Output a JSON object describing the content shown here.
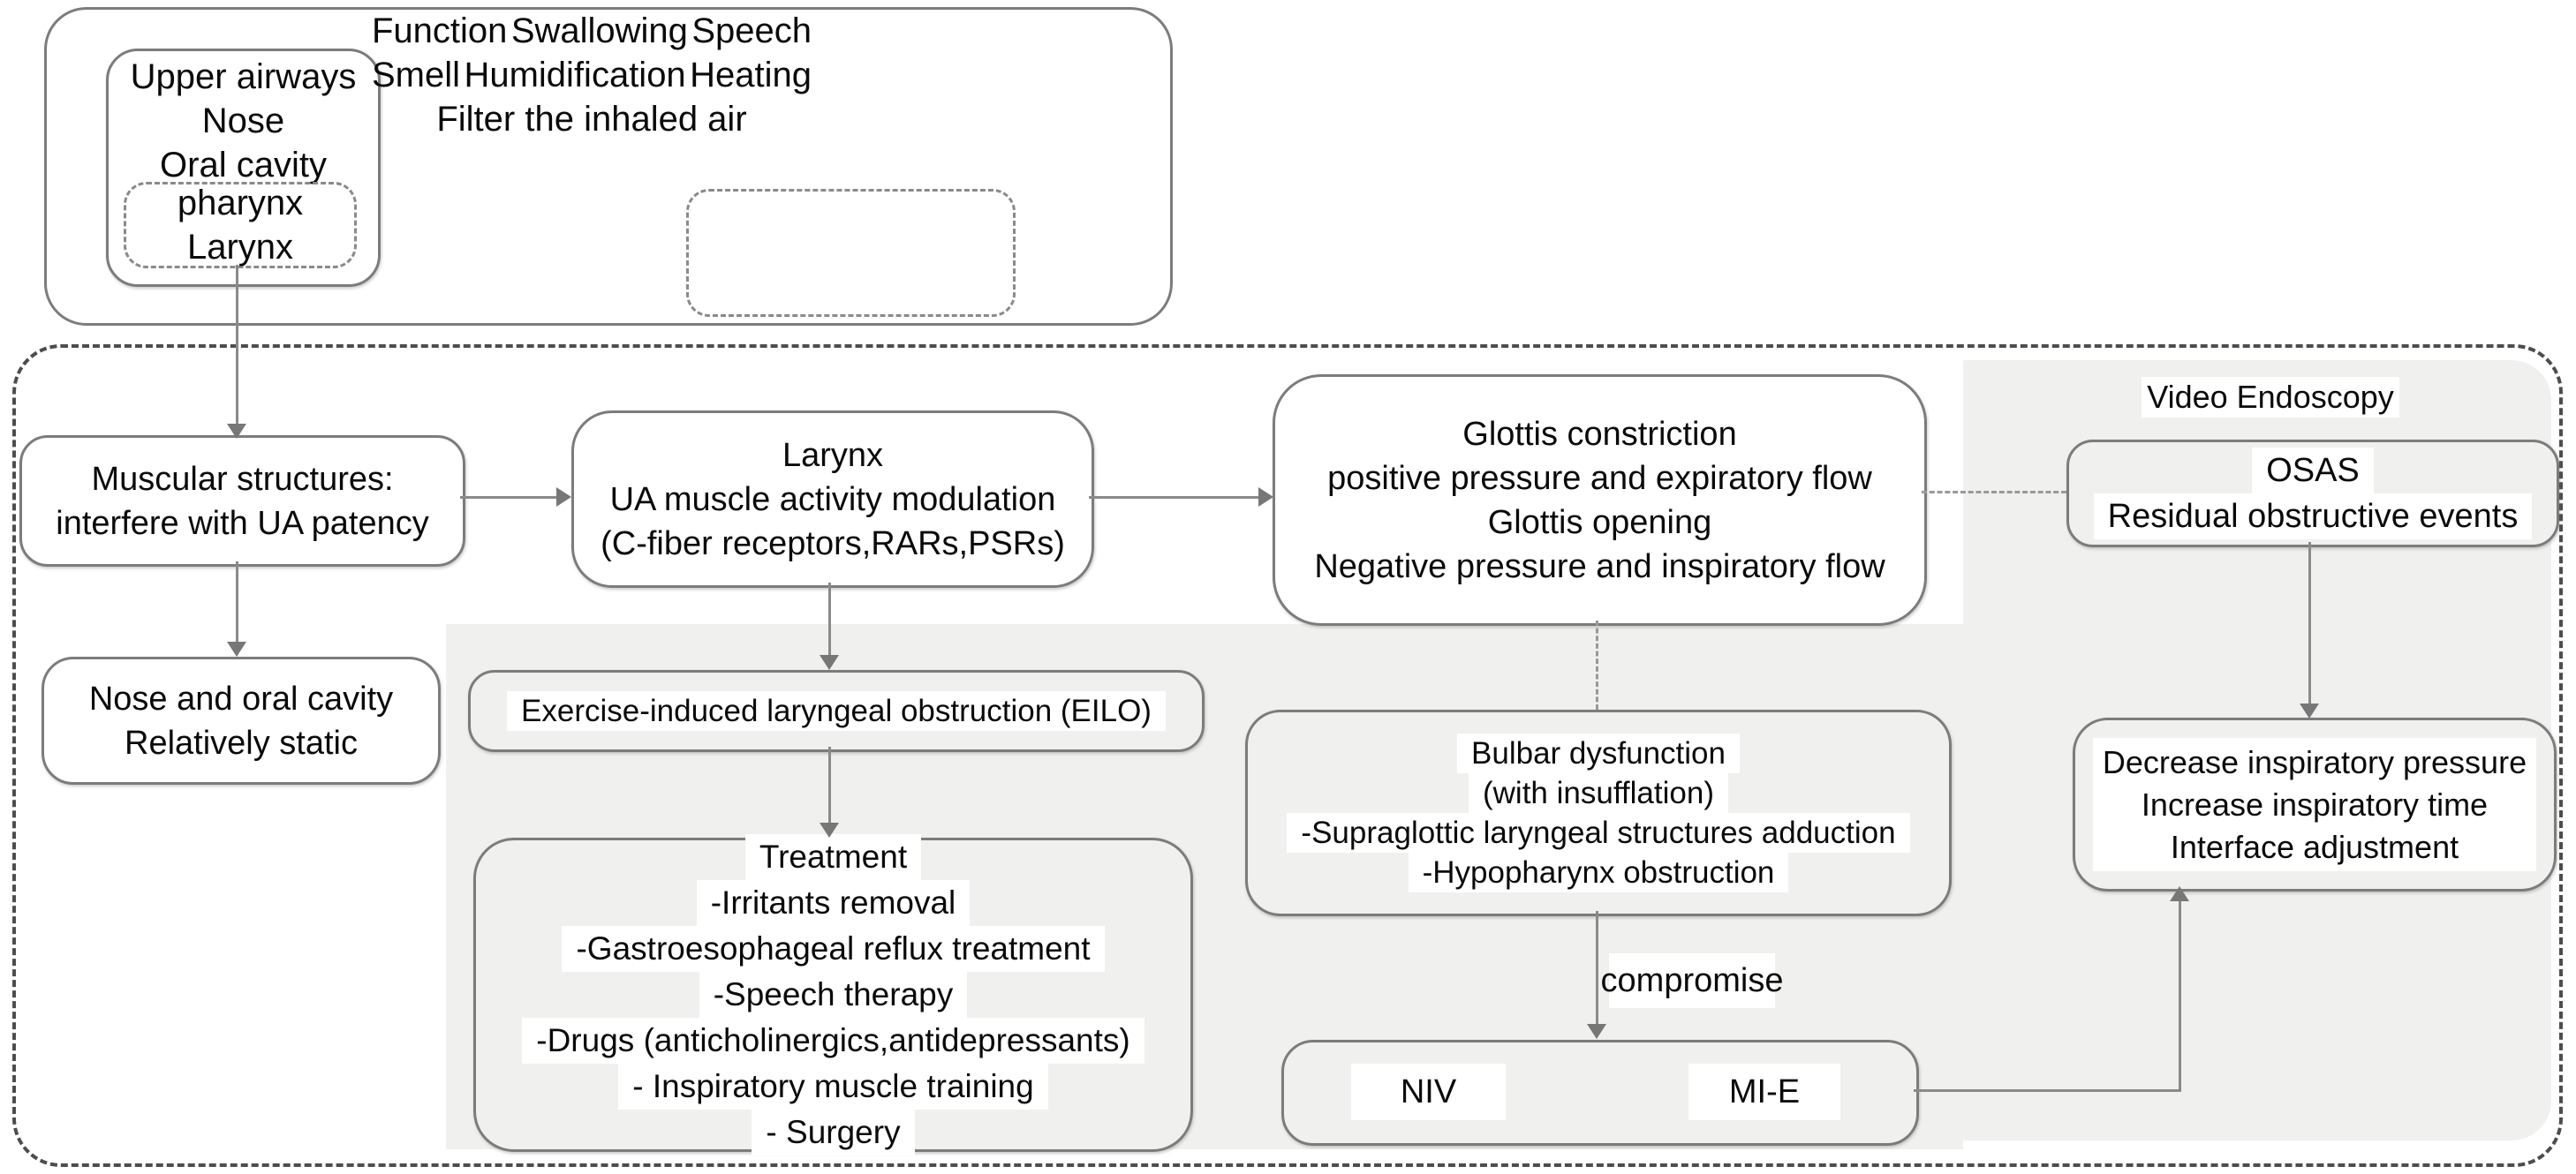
{
  "colors": {
    "panel_gray": "#f0f0ef",
    "box_border_gray": "#7c7c7c",
    "outer_dashed_gray": "#4d4d4d",
    "connector_gray": "#8a8a8a",
    "text_black": "#0a0a0a"
  },
  "top_panel": {
    "airways_box": {
      "lines": [
        "Upper airways",
        "Nose",
        "Oral cavity"
      ]
    },
    "pharynx_box": {
      "lines": [
        "pharynx",
        "Larynx"
      ]
    },
    "function_list": {
      "lines": [
        "Function",
        "Swallowing",
        "Speech",
        "Smell",
        "Humidification",
        "Heating",
        "Filter the inhaled air"
      ]
    }
  },
  "flow": {
    "muscular_box": {
      "lines": [
        "Muscular structures:",
        "interfere with UA patency"
      ]
    },
    "larynx_box": {
      "lines": [
        "Larynx",
        "UA muscle activity modulation",
        "(C-fiber receptors,RARs,PSRs)"
      ]
    },
    "glottis_box": {
      "lines": [
        "Glottis constriction",
        "positive pressure and expiratory flow",
        "Glottis opening",
        "Negative pressure and inspiratory flow"
      ]
    },
    "nose_box": {
      "lines": [
        "Nose and oral cavity",
        "Relatively static"
      ]
    },
    "eilo_box": {
      "lines": [
        "Exercise-induced laryngeal obstruction (EILO)"
      ]
    },
    "treatment_box": {
      "lines": [
        "Treatment",
        "-Irritants removal",
        "-Gastroesophageal reflux treatment",
        "-Speech therapy",
        "-Drugs (anticholinergics,antidepressants)",
        "- Inspiratory muscle training",
        "- Surgery"
      ]
    },
    "bulbar_box": {
      "lines": [
        "Bulbar dysfunction",
        "(with insufflation)",
        "-Supraglottic laryngeal structures adduction",
        "-Hypopharynx obstruction"
      ]
    },
    "niv_box": {
      "labels": [
        "NIV",
        "MI-E"
      ]
    },
    "osas_box": {
      "lines": [
        "OSAS",
        "Residual obstructive events"
      ]
    },
    "decrease_box": {
      "lines": [
        "Decrease inspiratory pressure",
        "Increase inspiratory time",
        "Interface adjustment"
      ]
    },
    "video_endoscopy_label": "Video Endoscopy",
    "compromise_label": "compromise"
  }
}
